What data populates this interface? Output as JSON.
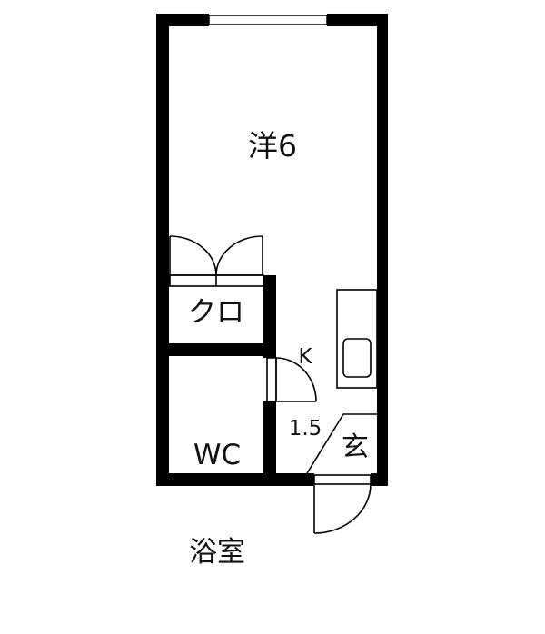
{
  "floor_plan": {
    "colors": {
      "wall": "#000000",
      "background": "#ffffff",
      "line": "#000000"
    },
    "rooms": [
      {
        "id": "western-room",
        "label": "洋6"
      },
      {
        "id": "closet",
        "label": "クロ"
      },
      {
        "id": "kitchen",
        "label_line1": "K",
        "label_line2": "1.5"
      },
      {
        "id": "wc-bath",
        "label_line1": "WC",
        "label_line2": "浴室"
      },
      {
        "id": "entrance",
        "label": "玄"
      }
    ]
  }
}
